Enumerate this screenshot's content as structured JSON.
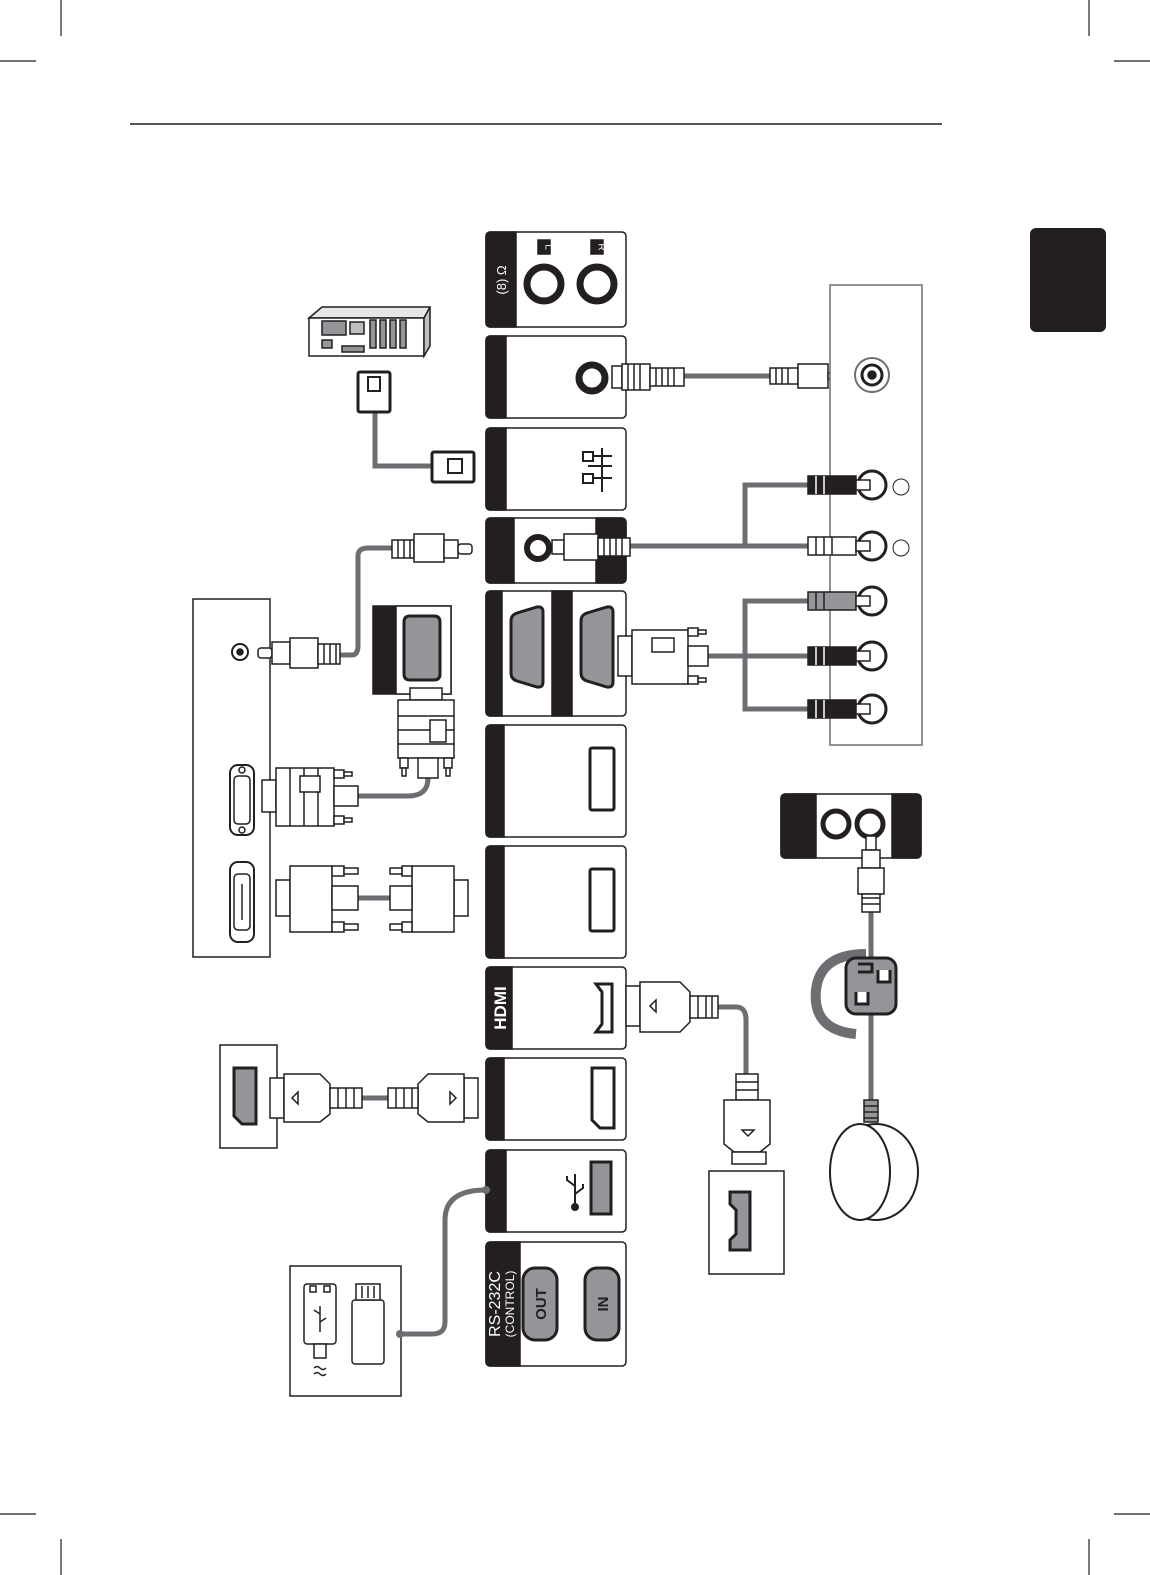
{
  "header": {
    "rule": true
  },
  "page_tab": {
    "color": "#231f20"
  },
  "ports": {
    "speaker": {
      "left_label": "L",
      "right_label": "R",
      "impedance_label": "(8) Ω"
    },
    "hdmi_logo": "HDMI",
    "rs232c": {
      "title": "RS-232C",
      "subtitle": "(CONTROL)",
      "out_label": "OUT",
      "in_label": "IN"
    }
  },
  "colors": {
    "panel_dark": "#231f20",
    "cable_gray": "#6d6e71",
    "connector_fill": "#ffffff",
    "port_fill": "#939598"
  },
  "icons": [
    "pc-icon",
    "lan-icon",
    "usb-icon",
    "hdmi-logo",
    "ferrite-core-icon",
    "ir-receiver-icon"
  ]
}
